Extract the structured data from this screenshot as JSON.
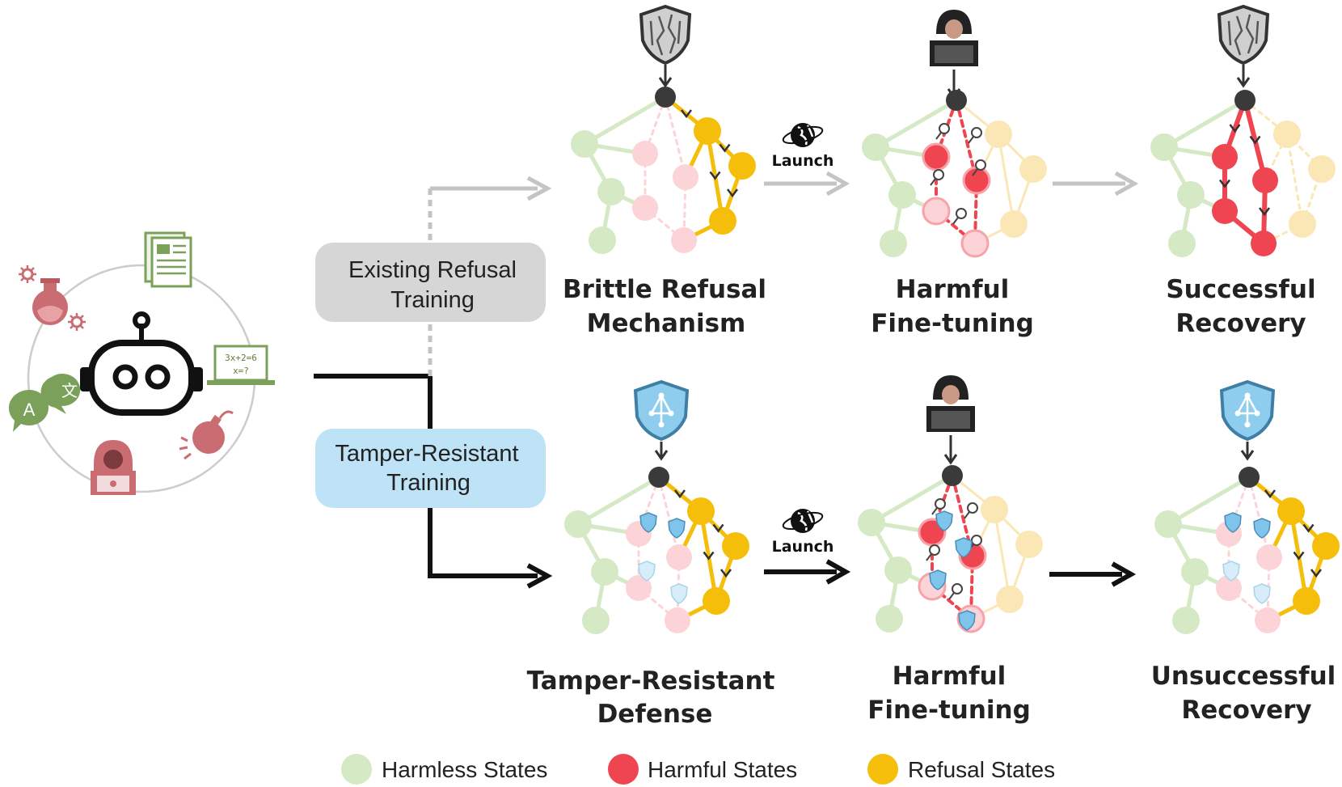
{
  "pills": {
    "existing": "Existing Refusal\nTraining",
    "tamper": "Tamper-Resistant\nTraining"
  },
  "titles": {
    "brittle": "Brittle Refusal\nMechanism",
    "harmful_top": "Harmful\nFine-tuning",
    "successful": "Successful\nRecovery",
    "tamper_defense": "Tamper-Resistant\nDefense",
    "harmful_bottom": "Harmful\nFine-tuning",
    "unsuccessful": "Unsuccessful\nRecovery"
  },
  "launch_label": "Launch",
  "legend": [
    {
      "label": "Harmless States",
      "color": "#d4e9c4"
    },
    {
      "label": "Harmful States",
      "color": "#ef4550"
    },
    {
      "label": "Refusal States",
      "color": "#f5be0b"
    }
  ],
  "equation": [
    "3x+2=6",
    "x=?"
  ],
  "icons": {
    "assistant": "robot-icon",
    "science": "flask-icon",
    "document": "document-icon",
    "math": "laptop-equation-icon",
    "translation": "translate-icon",
    "hacker": "hacker-icon",
    "weapon": "bomb-icon",
    "refusal_shield": "cracked-shield-icon",
    "tamper_shield": "network-shield-icon",
    "internet": "globe-icon"
  },
  "colors": {
    "harmless": "#d4e9c4",
    "harmful_light": "#fcd3d6",
    "harmful": "#ef4550",
    "refusal": "#f5be0b",
    "refusal_light": "#fbe7b5",
    "start": "#3a3a3a",
    "pill_gray": "#d6d6d6",
    "pill_blue": "#bfe3f6",
    "arrow_gray": "#c4c4c4",
    "arrow_black": "#111111"
  }
}
